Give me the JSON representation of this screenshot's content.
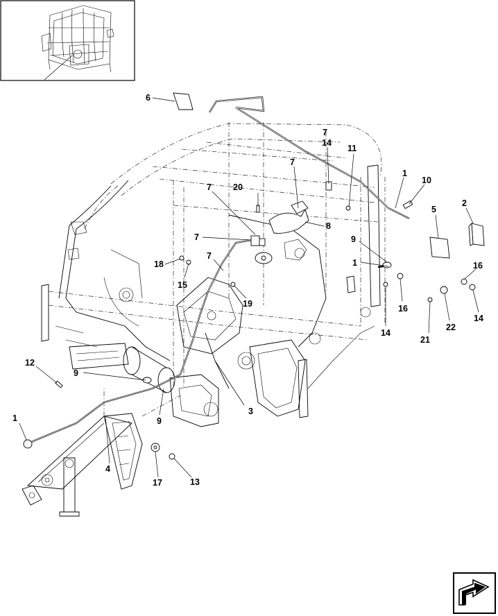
{
  "diagram": {
    "callouts": [
      {
        "id": "c6",
        "label": "6"
      },
      {
        "id": "c7a",
        "label": "7"
      },
      {
        "id": "c14a",
        "label": "14"
      },
      {
        "id": "c11",
        "label": "11"
      },
      {
        "id": "c7b",
        "label": "7"
      },
      {
        "id": "c1a",
        "label": "1"
      },
      {
        "id": "c10",
        "label": "10"
      },
      {
        "id": "c2",
        "label": "2"
      },
      {
        "id": "c7c",
        "label": "7"
      },
      {
        "id": "c20",
        "label": "20"
      },
      {
        "id": "c5",
        "label": "5"
      },
      {
        "id": "c8",
        "label": "8"
      },
      {
        "id": "c7d",
        "label": "7"
      },
      {
        "id": "c9a",
        "label": "9"
      },
      {
        "id": "c7e",
        "label": "7"
      },
      {
        "id": "c18",
        "label": "18"
      },
      {
        "id": "c1b",
        "label": "1"
      },
      {
        "id": "c16a",
        "label": "16"
      },
      {
        "id": "c15",
        "label": "15"
      },
      {
        "id": "c16b",
        "label": "16"
      },
      {
        "id": "c19",
        "label": "19"
      },
      {
        "id": "c14b",
        "label": "14"
      },
      {
        "id": "c22",
        "label": "22"
      },
      {
        "id": "c14c",
        "label": "14"
      },
      {
        "id": "c21",
        "label": "21"
      },
      {
        "id": "c12",
        "label": "12"
      },
      {
        "id": "c9b",
        "label": "9"
      },
      {
        "id": "c3",
        "label": "3"
      },
      {
        "id": "c9c",
        "label": "9"
      },
      {
        "id": "c1c",
        "label": "1"
      },
      {
        "id": "c4",
        "label": "4"
      },
      {
        "id": "c17",
        "label": "17"
      },
      {
        "id": "c13",
        "label": "13"
      }
    ],
    "nav_icon": "arrow-bend-icon",
    "colors": {
      "ink": "#000000",
      "paper": "#ffffff"
    }
  }
}
